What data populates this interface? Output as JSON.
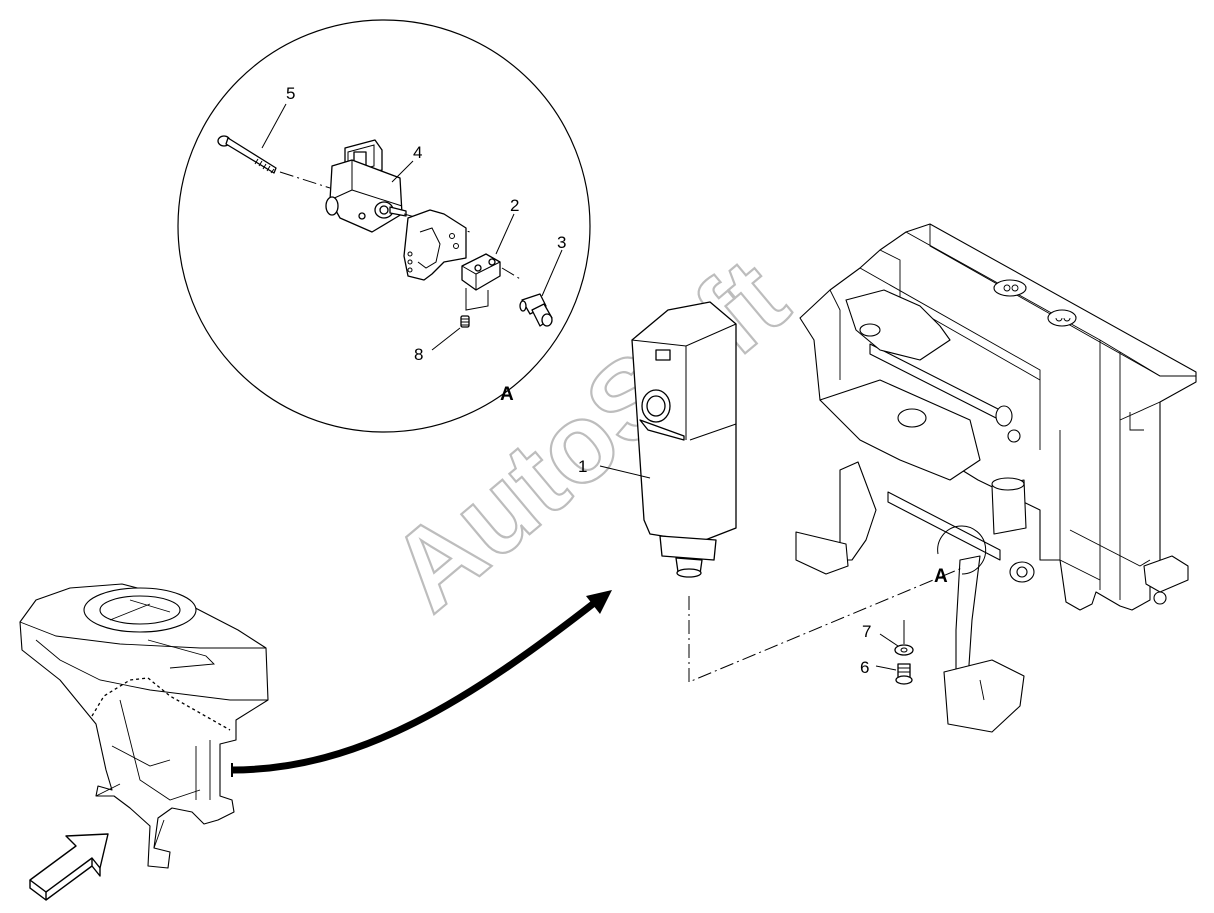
{
  "diagram": {
    "callouts": [
      {
        "id": "1",
        "text": "1"
      },
      {
        "id": "2",
        "text": "2"
      },
      {
        "id": "3",
        "text": "3"
      },
      {
        "id": "4",
        "text": "4"
      },
      {
        "id": "5",
        "text": "5"
      },
      {
        "id": "6",
        "text": "6"
      },
      {
        "id": "7",
        "text": "7"
      },
      {
        "id": "8",
        "text": "8"
      }
    ],
    "detail_label": "A",
    "detail_reference_label": "A",
    "watermark": "AutoSoft"
  }
}
